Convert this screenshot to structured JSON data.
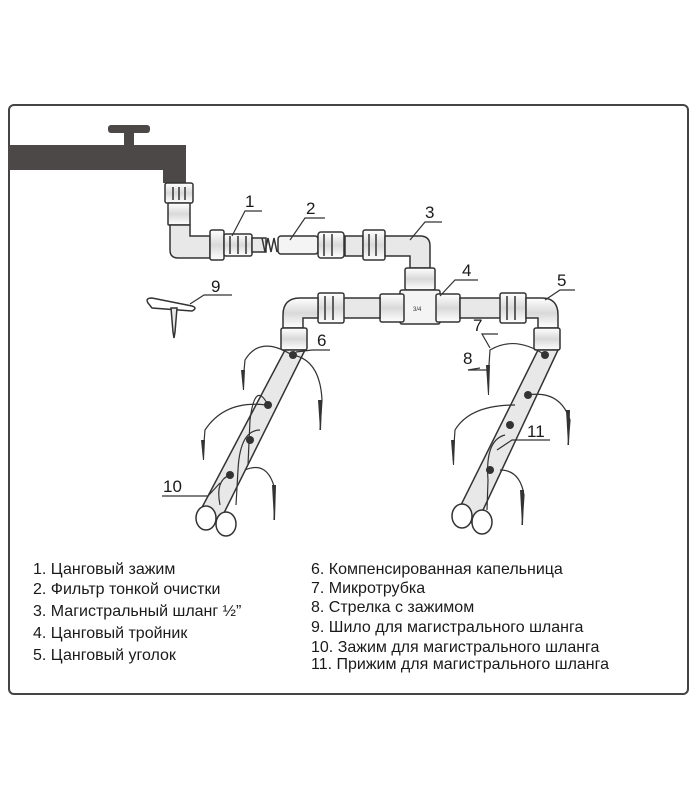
{
  "callouts": [
    "1",
    "2",
    "3",
    "4",
    "5",
    "6",
    "7",
    "8",
    "9",
    "10",
    "11"
  ],
  "legend_left": [
    "1. Цанговый зажим",
    "2. Фильтр тонкой очистки",
    "3. Магистральный шланг ½”",
    "4. Цанговый тройник",
    "5. Цанговый уголок"
  ],
  "legend_right": [
    "6. Компенсированная капельница",
    "7. Микротрубка",
    "8. Стрелка с зажимом",
    "9. Шило для магистрального шланга",
    "10. Зажим для магистрального шланга",
    "11. Прижим для магистрального шланга"
  ],
  "colors": {
    "faucet": "#4d4848",
    "line": "#333333",
    "pipe_fill": "#e8e8e8"
  }
}
